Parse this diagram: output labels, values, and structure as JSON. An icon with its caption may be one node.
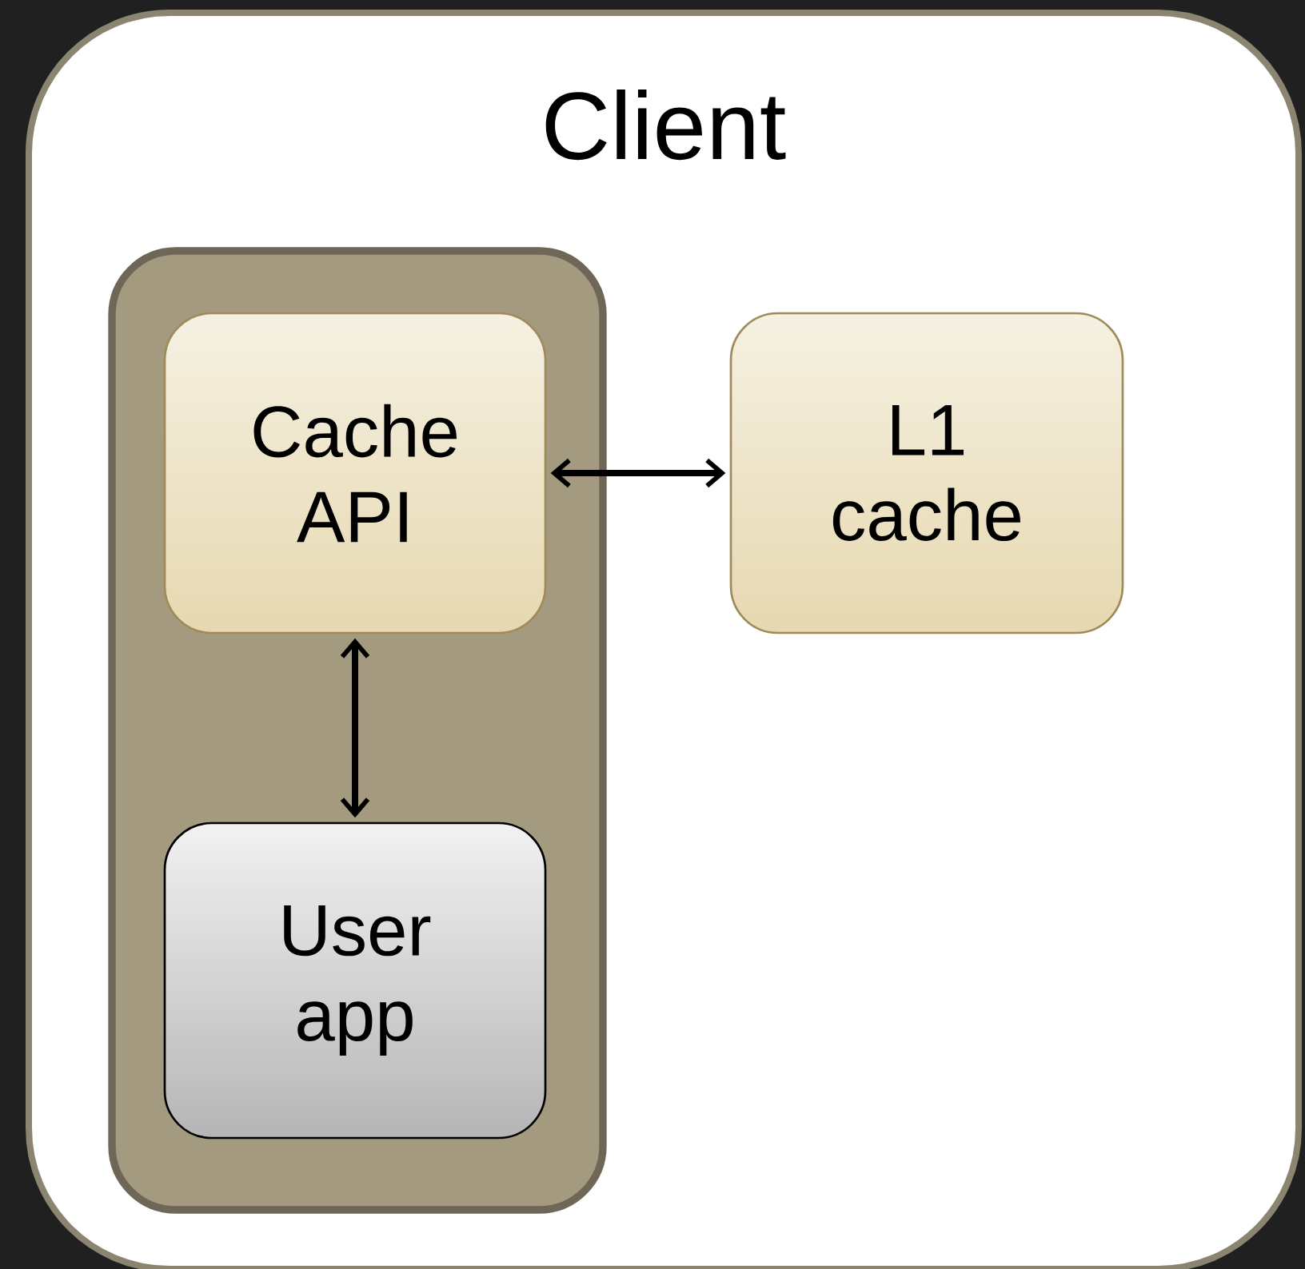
{
  "diagram": {
    "nodes": [
      {
        "text": [
          "Client"
        ]
      },
      {
        "text": [],
        "shape": "box",
        "in": 0
      },
      {
        "text": [
          "Cache API"
        ],
        "in": 1
      },
      {
        "text": [
          "L1 cache"
        ],
        "in": 0
      },
      {
        "text": [
          "User app"
        ],
        "in": 1
      }
    ],
    "edges": [
      {
        "from": 2,
        "to": 3,
        "arrow": "both"
      },
      {
        "from": 2,
        "to": 4,
        "arrow": "both"
      }
    ]
  }
}
